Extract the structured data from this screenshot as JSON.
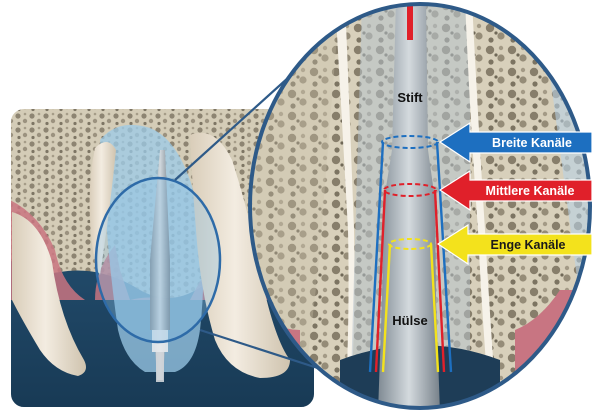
{
  "labels": {
    "stift": "Stift",
    "huelse": "Hülse"
  },
  "arrows": [
    {
      "id": "breite",
      "text": "Breite Kanäle",
      "color": "#1d6fc0",
      "text_color": "#ffffff"
    },
    {
      "id": "mittlere",
      "text": "Mittlere Kanäle",
      "color": "#e0202a",
      "text_color": "#ffffff"
    },
    {
      "id": "enge",
      "text": "Enge Kanäle",
      "color": "#f3e21c",
      "text_color": "#1a1a1a"
    }
  ],
  "colors": {
    "frame": "#2e5a88",
    "backdrop": "#1f4766",
    "gum": "#c46a74",
    "bone": "#cfc6b0",
    "tooth": "#eee6d8",
    "root_blue": "#8fbfe0"
  }
}
